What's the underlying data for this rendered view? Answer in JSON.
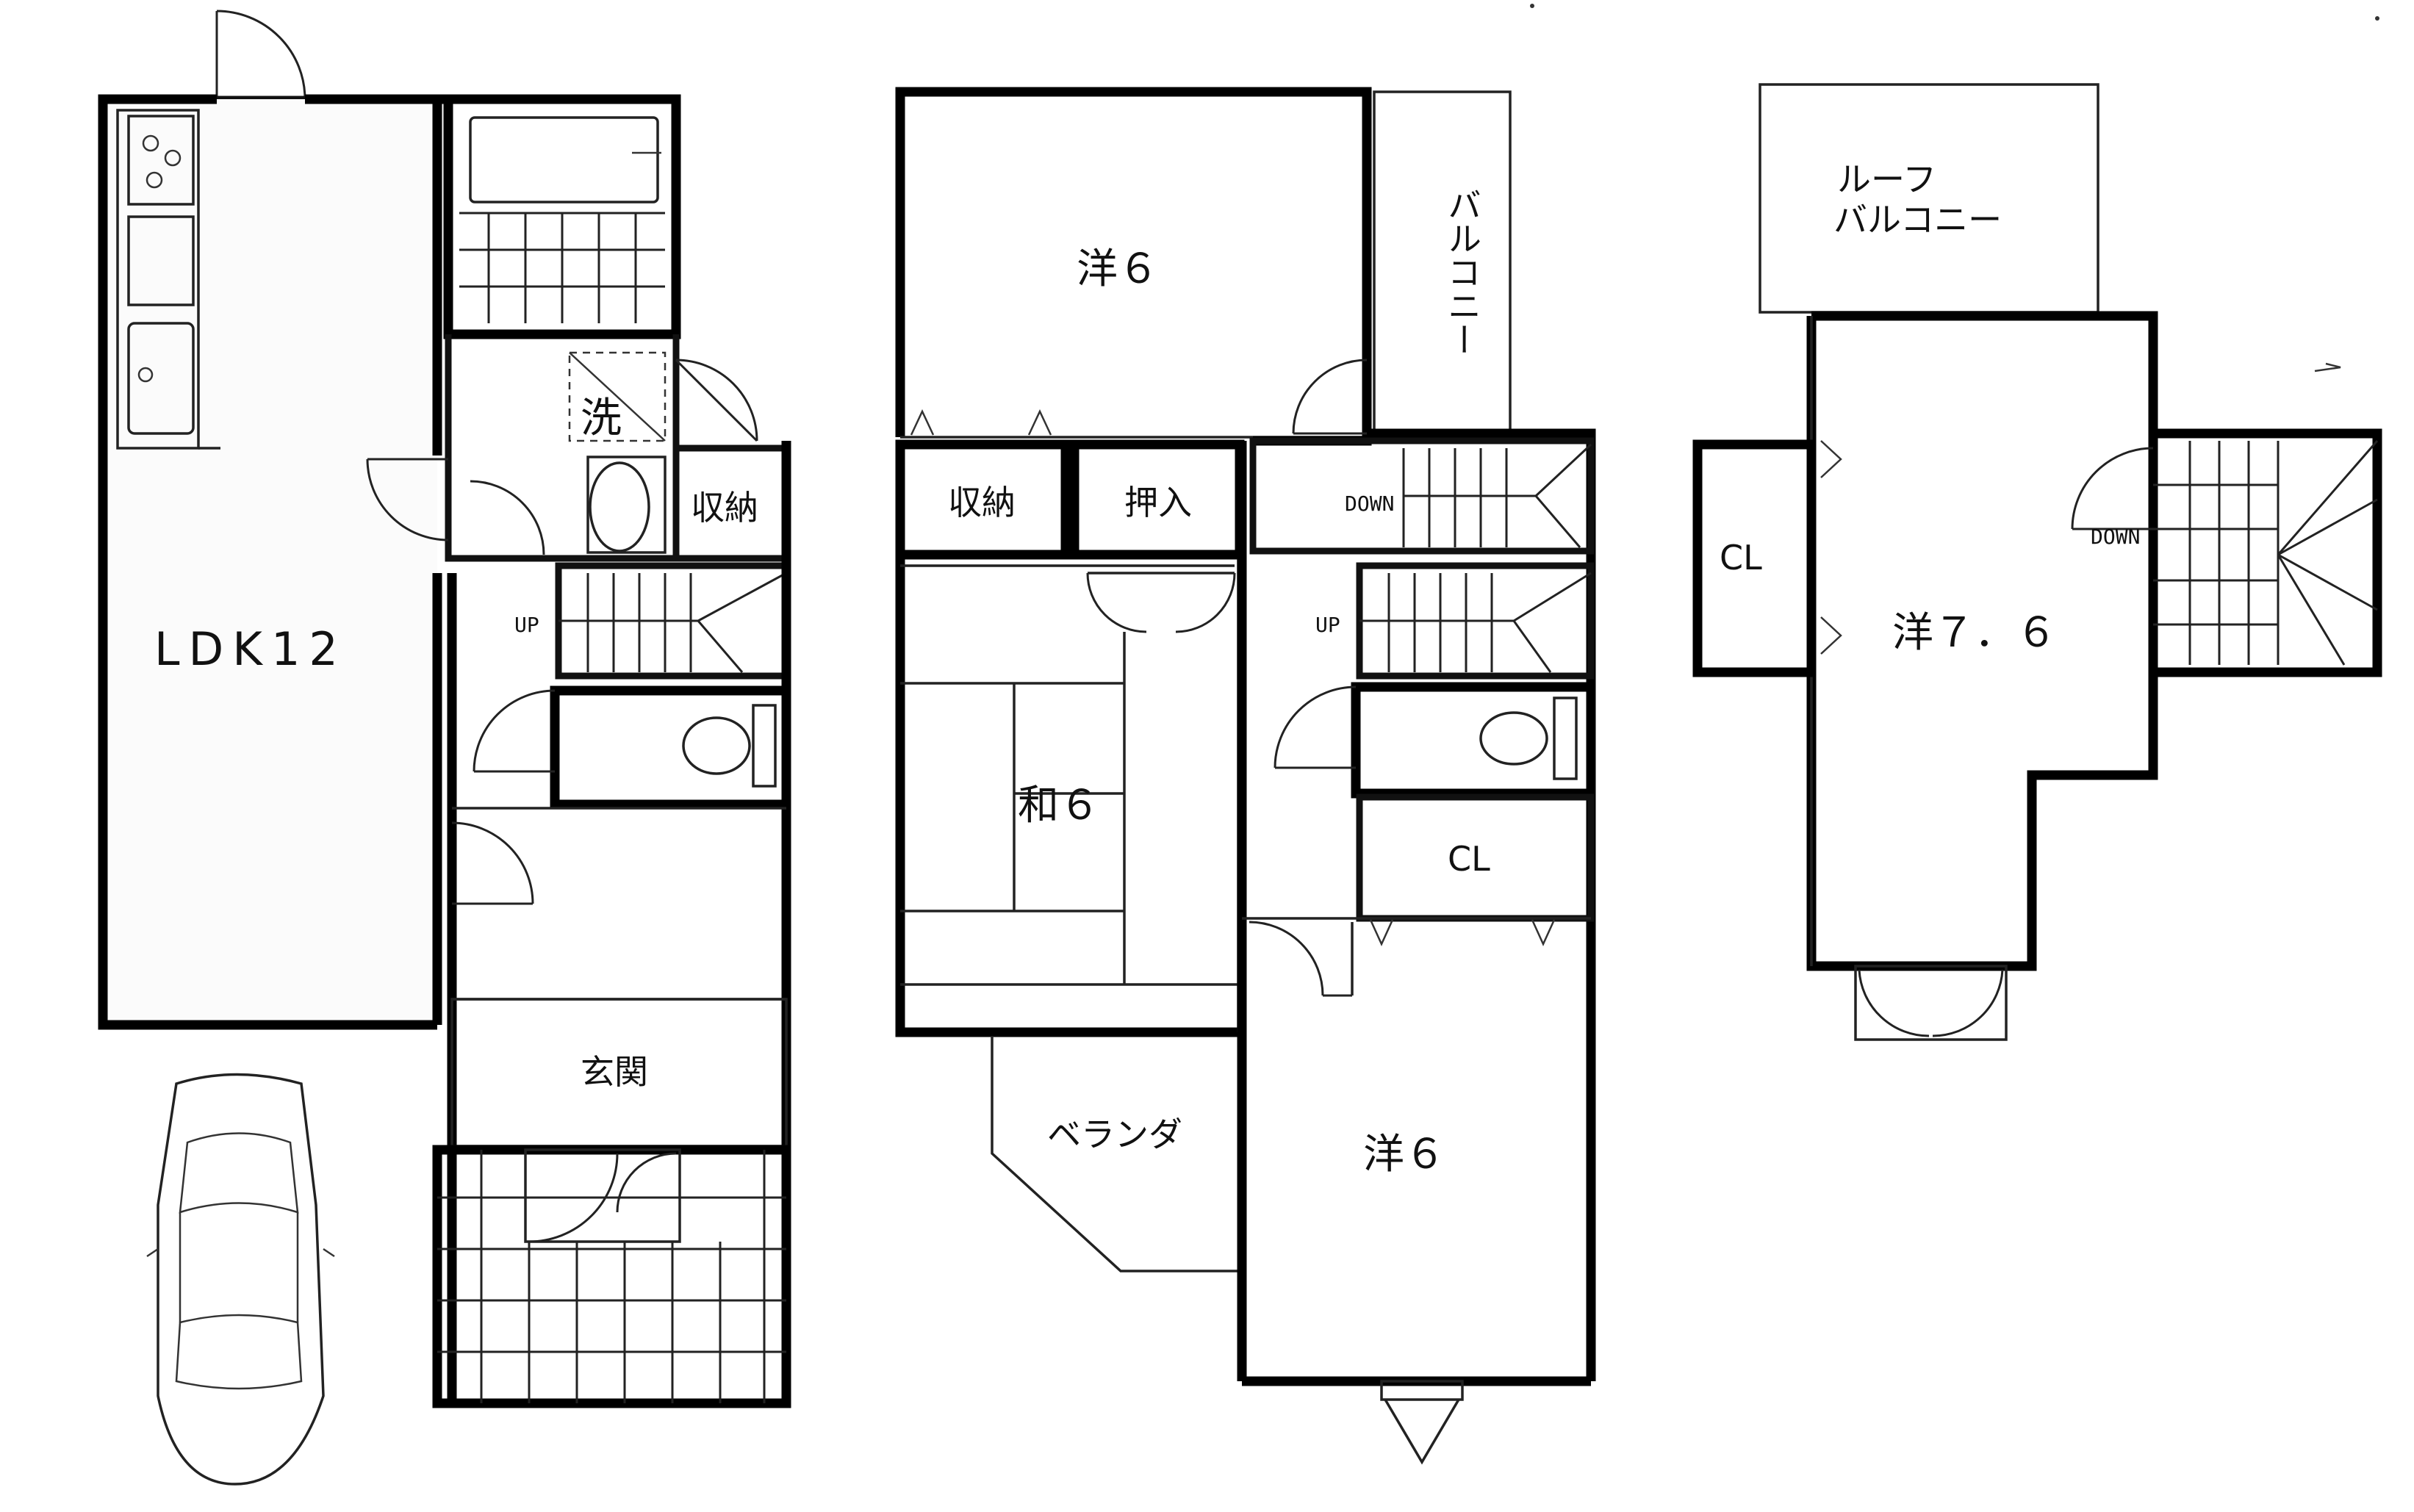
{
  "floor1": {
    "ldk": "LDK12",
    "laundry": "洗",
    "storage": "収納",
    "stairs_up": "UP",
    "entrance": "玄関"
  },
  "floor2": {
    "west_room_a": "洋６",
    "balcony": "バルコニー",
    "storage": "収納",
    "closet_oshiire": "押入",
    "japanese_room": "和６",
    "veranda": "ベランダ",
    "stairs_down": "DOWN",
    "stairs_up": "UP",
    "closet": "CL",
    "west_room_b": "洋６"
  },
  "floor3": {
    "roof_balcony_line1": "ルーフ",
    "roof_balcony_line2": "バルコニー",
    "closet": "CL",
    "west_room": "洋７．６",
    "stairs_down": "DOWN"
  }
}
